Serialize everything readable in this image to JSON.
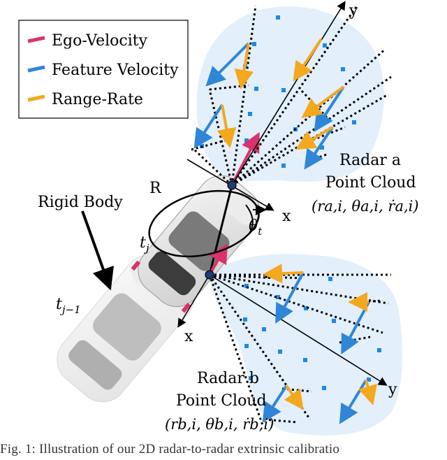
{
  "legend": {
    "items": [
      {
        "label": "Ego-Velocity",
        "color": "#d9336a"
      },
      {
        "label": "Feature Velocity",
        "color": "#2f86d6"
      },
      {
        "label": "Range-Rate",
        "color": "#f4a81d"
      }
    ]
  },
  "labels": {
    "rigid_body": "Rigid Body",
    "rotation": "R",
    "tj": "t",
    "tj_sub": "j",
    "tj1": "t",
    "tj1_sub": "j−1",
    "theta_t": "θ",
    "theta_t_sub": "t",
    "axis_x_a": "x",
    "axis_y_a": "y",
    "axis_x_b": "x",
    "axis_y_b": "y"
  },
  "radar_a": {
    "line1": "Radar a",
    "line2": "Point Cloud",
    "line3": "(r_{a,i}, θ_{a,i}, ṙ_{a,i})",
    "line3_display": "(ra,i, θa,i, ṙa,i)"
  },
  "radar_b": {
    "line1": "Radar b",
    "line2": "Point Cloud",
    "line3": "(r_{b,i}, θ_{b,i}, ṙ_{b,i})",
    "line3_display": "(rb,i, θb,i, ṙb,i)"
  },
  "caption": "Fig. 1: Illustration of our 2D radar-to-radar extrinsic calibratio",
  "colors": {
    "cloud": "#e3effb",
    "point": "#1e88e5",
    "ego": "#d9336a",
    "feature": "#2f86d6",
    "range_rate": "#f4a81d"
  }
}
